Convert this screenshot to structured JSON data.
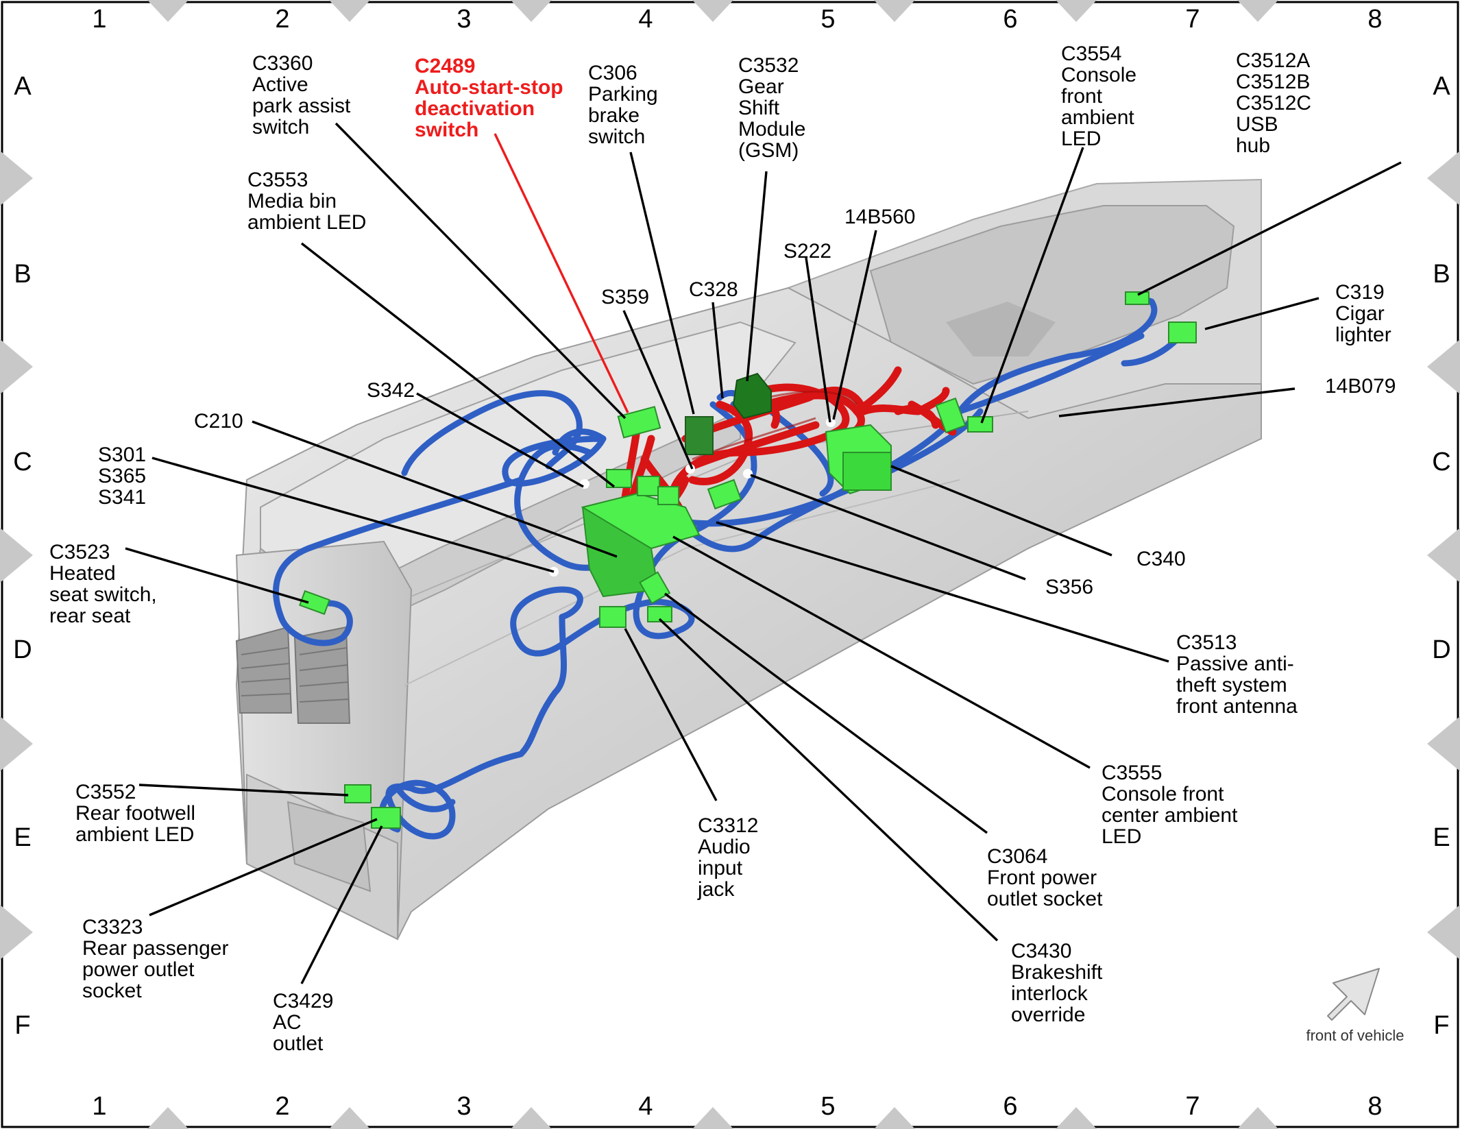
{
  "grid": {
    "columns": [
      "1",
      "2",
      "3",
      "4",
      "5",
      "6",
      "7",
      "8"
    ],
    "rows": [
      "A",
      "B",
      "C",
      "D",
      "E",
      "F"
    ]
  },
  "callouts": {
    "c3360": [
      "C3360",
      "Active",
      "park assist",
      "switch"
    ],
    "c2489": [
      "C2489",
      "Auto-start-stop",
      "deactivation",
      "switch"
    ],
    "c306": [
      "C306",
      "Parking",
      "brake",
      "switch"
    ],
    "c3532": [
      "C3532",
      "Gear",
      "Shift",
      "Module",
      "(GSM)"
    ],
    "c3554": [
      "C3554",
      "Console",
      "front",
      "ambient",
      "LED"
    ],
    "c3512": [
      "C3512A",
      "C3512B",
      "C3512C",
      "USB",
      "hub"
    ],
    "c3553": [
      "C3553",
      "Media bin",
      "ambient LED"
    ],
    "s14b560": [
      "14B560"
    ],
    "s222": [
      "S222"
    ],
    "s359": [
      "S359"
    ],
    "c328": [
      "C328"
    ],
    "c319": [
      "C319",
      "Cigar",
      "lighter"
    ],
    "s14b079": [
      "14B079"
    ],
    "s342": [
      "S342"
    ],
    "c210": [
      "C210"
    ],
    "s301": [
      "S301",
      "S365",
      "S341"
    ],
    "c3523": [
      "C3523",
      "Heated",
      "seat switch,",
      "rear seat"
    ],
    "c340": [
      "C340"
    ],
    "s356": [
      "S356"
    ],
    "c3513": [
      "C3513",
      "Passive anti-",
      "theft system",
      "front antenna"
    ],
    "c3555": [
      "C3555",
      "Console front",
      "center ambient",
      "LED"
    ],
    "c3552": [
      "C3552",
      "Rear footwell",
      "ambient LED"
    ],
    "c3312": [
      "C3312",
      "Audio",
      "input",
      "jack"
    ],
    "c3064": [
      "C3064",
      "Front power",
      "outlet socket"
    ],
    "c3323": [
      "C3323",
      "Rear passenger",
      "power outlet",
      "socket"
    ],
    "c3429": [
      "C3429",
      "AC",
      "outlet"
    ],
    "c3430": [
      "C3430",
      "Brakeshift",
      "interlock",
      "override"
    ]
  },
  "front_of_vehicle": "front of vehicle",
  "colors": {
    "highlight": "#ee1c1c",
    "harness_blue": "#2f5fc4",
    "harness_red": "#d91414",
    "connector_green": "#4ef04e",
    "console_gray": "#d6d6d6",
    "chevron_gray": "#c8c8c8"
  }
}
